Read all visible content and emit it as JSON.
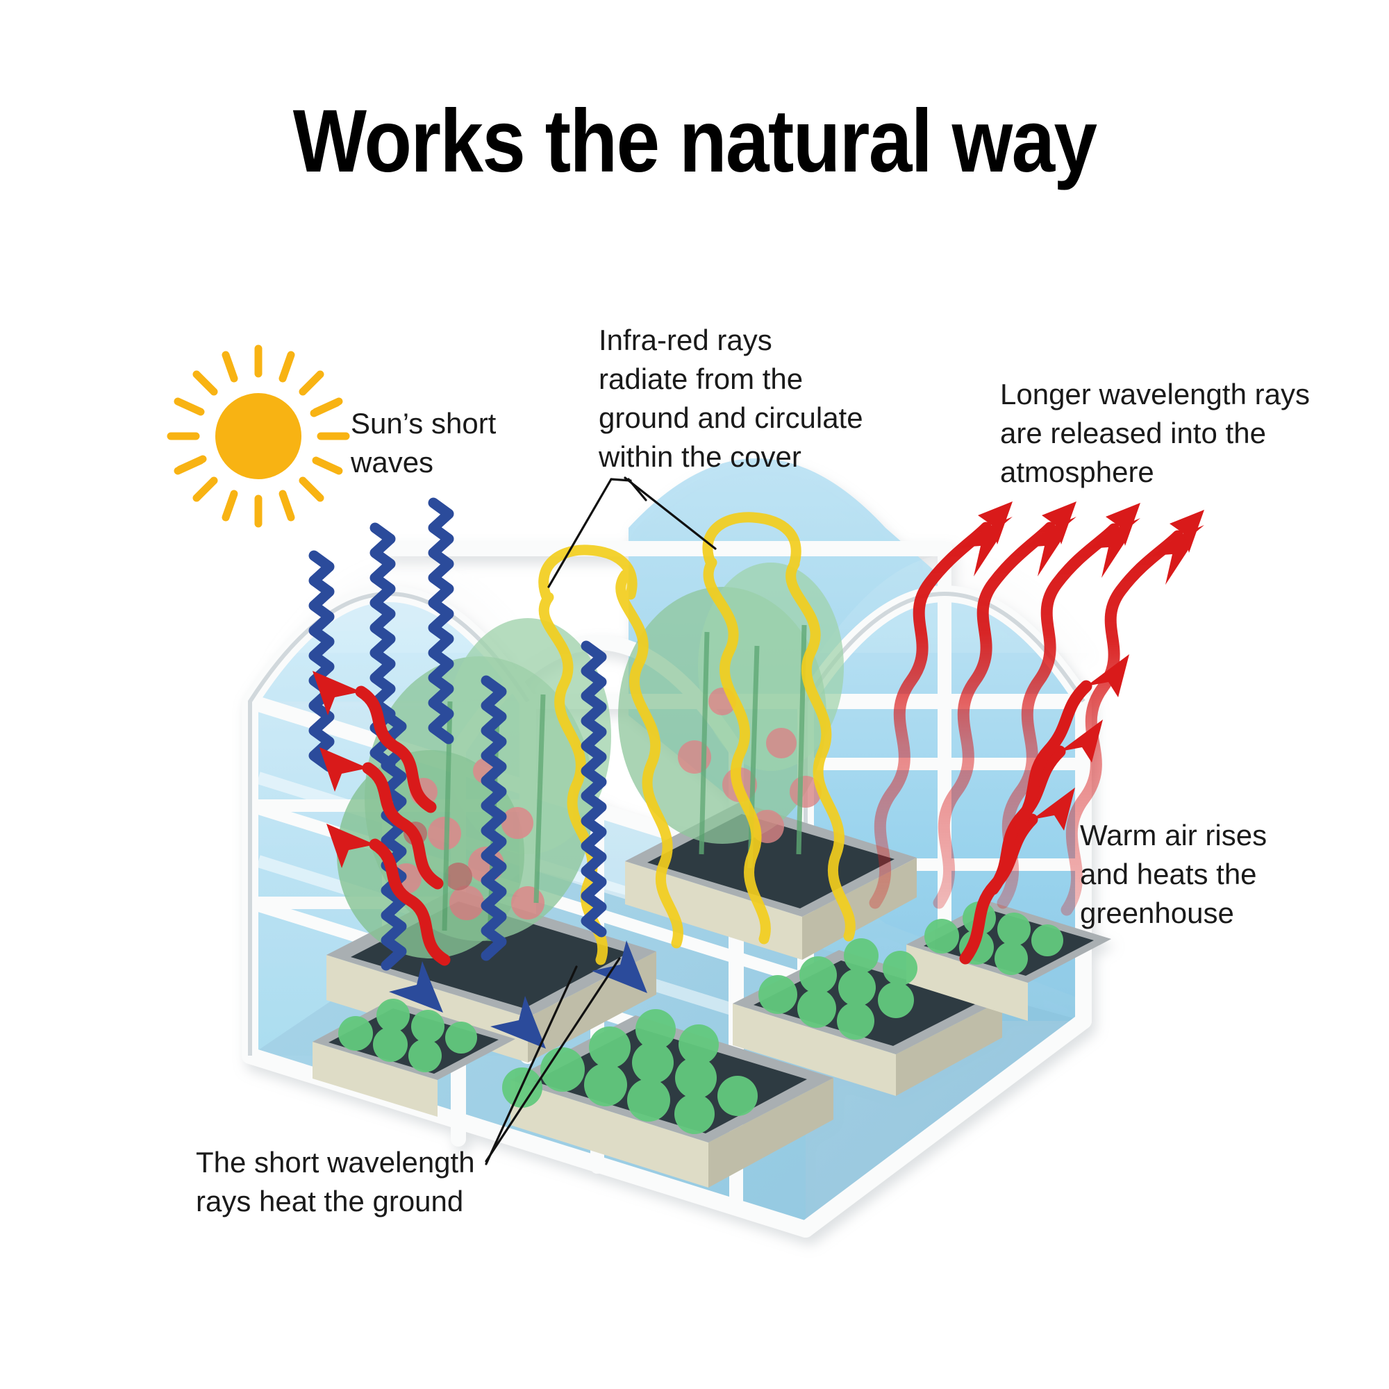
{
  "page": {
    "title": "Works the natural way",
    "background_color": "#ffffff"
  },
  "labels": {
    "sun": "Sun’s short\nwaves",
    "infrared": "Infra-red rays\nradiate from the\nground and circulate\nwithin the cover",
    "longwave": "Longer wavelength rays\nare released into the\natmosphere",
    "warm_air": "Warm air rises\nand heats the\ngreenhouse",
    "ground_heat": "The short wavelength\nrays heat the ground"
  },
  "icons": {
    "sun": "sun-icon",
    "incoming_rays": "blue-zigzag-arrow-icon",
    "outgoing_rays": "red-wavy-arrow-icon",
    "circulating_rays": "yellow-squiggle-icon",
    "greenhouse": "greenhouse-illustration"
  },
  "colors": {
    "sun": "#F5B213",
    "short_wave_rays": "#2B4B9B",
    "long_wave_rays": "#D91A1A",
    "infrared_circulation": "#F2CE1E",
    "glass_light": "#BFE4F5",
    "glass_mid": "#96D2EC",
    "glass_dark": "#7FC4E4",
    "frame": "#F7F8F8",
    "frame_shadow": "#D6DADD",
    "planter": "#DEDCC6",
    "planter_rim": "#A9AFB2",
    "soil": "#2E3A42",
    "lettuce": "#63C97E",
    "tomato_leaf": "#7EC08C",
    "tomato_fruit": "#D98585",
    "leader_line": "#111111",
    "title": "#000000",
    "label_text": "#1a1a1a"
  },
  "diagram": {
    "type": "greenhouse-effect-cutaway",
    "flows": [
      {
        "name": "sun-short-waves",
        "color": "#2B4B9B",
        "direction": "down-right",
        "count": 3
      },
      {
        "name": "infrared-circulation",
        "color": "#F2CE1E",
        "direction": "loop",
        "count": 4
      },
      {
        "name": "long-wavelength-out",
        "color": "#D91A1A",
        "direction": "up-right",
        "count": 4
      },
      {
        "name": "warm-air-rise-left",
        "color": "#D91A1A",
        "direction": "up-left",
        "count": 3
      },
      {
        "name": "warm-air-rise-right",
        "color": "#D91A1A",
        "direction": "up-right",
        "count": 3
      }
    ],
    "beds": [
      {
        "crop": "tomato",
        "count": 3
      },
      {
        "crop": "lettuce",
        "count": 4
      }
    ]
  }
}
